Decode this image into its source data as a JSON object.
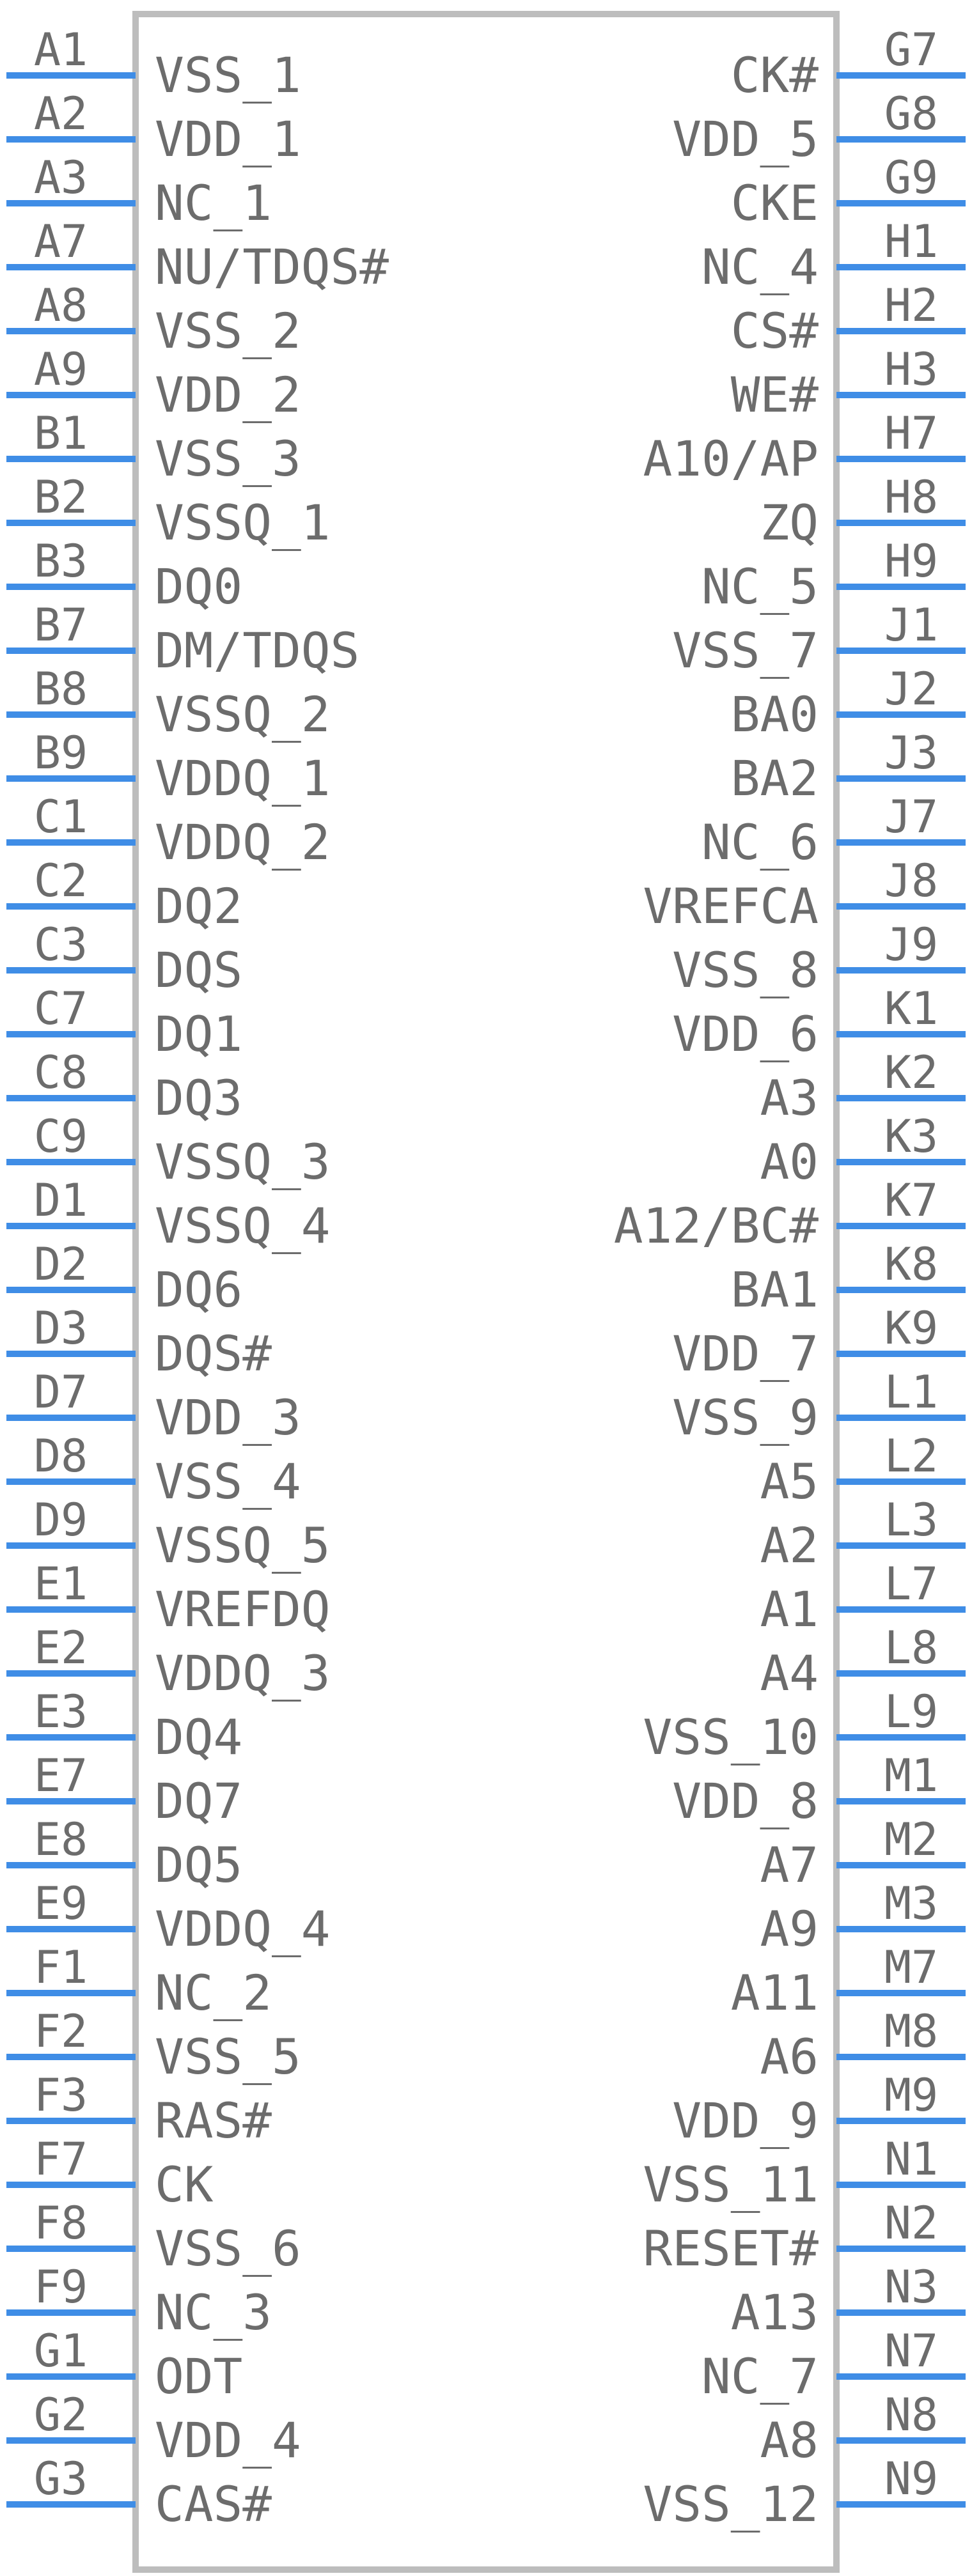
{
  "component": {
    "left_pins": [
      {
        "number": "A1",
        "name": "VSS_1"
      },
      {
        "number": "A2",
        "name": "VDD_1"
      },
      {
        "number": "A3",
        "name": "NC_1"
      },
      {
        "number": "A7",
        "name": "NU/TDQS#"
      },
      {
        "number": "A8",
        "name": "VSS_2"
      },
      {
        "number": "A9",
        "name": "VDD_2"
      },
      {
        "number": "B1",
        "name": "VSS_3"
      },
      {
        "number": "B2",
        "name": "VSSQ_1"
      },
      {
        "number": "B3",
        "name": "DQ0"
      },
      {
        "number": "B7",
        "name": "DM/TDQS"
      },
      {
        "number": "B8",
        "name": "VSSQ_2"
      },
      {
        "number": "B9",
        "name": "VDDQ_1"
      },
      {
        "number": "C1",
        "name": "VDDQ_2"
      },
      {
        "number": "C2",
        "name": "DQ2"
      },
      {
        "number": "C3",
        "name": "DQS"
      },
      {
        "number": "C7",
        "name": "DQ1"
      },
      {
        "number": "C8",
        "name": "DQ3"
      },
      {
        "number": "C9",
        "name": "VSSQ_3"
      },
      {
        "number": "D1",
        "name": "VSSQ_4"
      },
      {
        "number": "D2",
        "name": "DQ6"
      },
      {
        "number": "D3",
        "name": "DQS#"
      },
      {
        "number": "D7",
        "name": "VDD_3"
      },
      {
        "number": "D8",
        "name": "VSS_4"
      },
      {
        "number": "D9",
        "name": "VSSQ_5"
      },
      {
        "number": "E1",
        "name": "VREFDQ"
      },
      {
        "number": "E2",
        "name": "VDDQ_3"
      },
      {
        "number": "E3",
        "name": "DQ4"
      },
      {
        "number": "E7",
        "name": "DQ7"
      },
      {
        "number": "E8",
        "name": "DQ5"
      },
      {
        "number": "E9",
        "name": "VDDQ_4"
      },
      {
        "number": "F1",
        "name": "NC_2"
      },
      {
        "number": "F2",
        "name": "VSS_5"
      },
      {
        "number": "F3",
        "name": "RAS#"
      },
      {
        "number": "F7",
        "name": "CK"
      },
      {
        "number": "F8",
        "name": "VSS_6"
      },
      {
        "number": "F9",
        "name": "NC_3"
      },
      {
        "number": "G1",
        "name": "ODT"
      },
      {
        "number": "G2",
        "name": "VDD_4"
      },
      {
        "number": "G3",
        "name": "CAS#"
      }
    ],
    "right_pins": [
      {
        "number": "G7",
        "name": "CK#"
      },
      {
        "number": "G8",
        "name": "VDD_5"
      },
      {
        "number": "G9",
        "name": "CKE"
      },
      {
        "number": "H1",
        "name": "NC_4"
      },
      {
        "number": "H2",
        "name": "CS#"
      },
      {
        "number": "H3",
        "name": "WE#"
      },
      {
        "number": "H7",
        "name": "A10/AP"
      },
      {
        "number": "H8",
        "name": "ZQ"
      },
      {
        "number": "H9",
        "name": "NC_5"
      },
      {
        "number": "J1",
        "name": "VSS_7"
      },
      {
        "number": "J2",
        "name": "BA0"
      },
      {
        "number": "J3",
        "name": "BA2"
      },
      {
        "number": "J7",
        "name": "NC_6"
      },
      {
        "number": "J8",
        "name": "VREFCA"
      },
      {
        "number": "J9",
        "name": "VSS_8"
      },
      {
        "number": "K1",
        "name": "VDD_6"
      },
      {
        "number": "K2",
        "name": "A3"
      },
      {
        "number": "K3",
        "name": "A0"
      },
      {
        "number": "K7",
        "name": "A12/BC#"
      },
      {
        "number": "K8",
        "name": "BA1"
      },
      {
        "number": "K9",
        "name": "VDD_7"
      },
      {
        "number": "L1",
        "name": "VSS_9"
      },
      {
        "number": "L2",
        "name": "A5"
      },
      {
        "number": "L3",
        "name": "A2"
      },
      {
        "number": "L7",
        "name": "A1"
      },
      {
        "number": "L8",
        "name": "A4"
      },
      {
        "number": "L9",
        "name": "VSS_10"
      },
      {
        "number": "M1",
        "name": "VDD_8"
      },
      {
        "number": "M2",
        "name": "A7"
      },
      {
        "number": "M3",
        "name": "A9"
      },
      {
        "number": "M7",
        "name": "A11"
      },
      {
        "number": "M8",
        "name": "A6"
      },
      {
        "number": "M9",
        "name": "VDD_9"
      },
      {
        "number": "N1",
        "name": "VSS_11"
      },
      {
        "number": "N2",
        "name": "RESET#"
      },
      {
        "number": "N3",
        "name": "A13"
      },
      {
        "number": "N7",
        "name": "NC_7"
      },
      {
        "number": "N8",
        "name": "A8"
      },
      {
        "number": "N9",
        "name": "VSS_12"
      }
    ]
  },
  "colors": {
    "pin_line": "#3f8de6",
    "text": "#6c6c6c",
    "body_outline": "#bdbdbd"
  }
}
